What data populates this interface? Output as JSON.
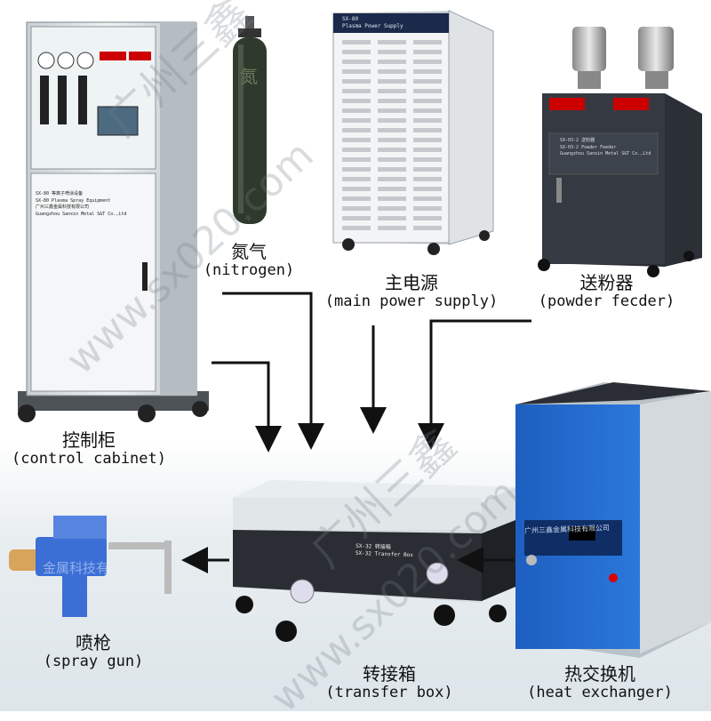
{
  "components": {
    "control_cabinet": {
      "zh": "控制柜",
      "en": "(control cabinet)",
      "panel_title": "SX-80 等离子喷涂设备",
      "panel_subtitle": "SX-80 Plasma Spray Equipment",
      "panel_company_zh": "广州三鑫金属科技有限公司",
      "panel_company_en": "Guangzhou Sanxin Metal S&T Co.,Ltd"
    },
    "nitrogen": {
      "zh": "氮气",
      "en": "(nitrogen)",
      "cylinder_mark": "氮"
    },
    "main_power_supply": {
      "zh": "主电源",
      "en": "(main power supply)",
      "panel_label": "SX-80",
      "panel_sub": "Plasma Power Supply"
    },
    "powder_feeder": {
      "zh": "送粉器",
      "en": "(powder fecder)",
      "panel_title": "SX-03-2 送粉器",
      "panel_subtitle": "SX-03-2 Powder Feeder",
      "panel_company": "Guangzhou Sanxin Metal S&T Co.,Ltd"
    },
    "transfer_box": {
      "zh": "转接箱",
      "en": "(transfer box)",
      "panel_label": "SX-32 转接箱",
      "panel_sub": "SX-32 Transfer Box"
    },
    "heat_exchanger": {
      "zh": "热交换机",
      "en": "(heat exchanger)",
      "panel_label": "广州三鑫金属科技有限公司"
    },
    "spray_gun": {
      "zh": "喷枪",
      "en": "(spray gun)"
    }
  },
  "watermarks": [
    {
      "text": "广州三鑫"
    },
    {
      "text": "www.sx020.com"
    },
    {
      "text": "广州三鑫"
    },
    {
      "text": "www.sx020.com"
    },
    {
      "text": "金属科技有"
    }
  ],
  "colors": {
    "arrow": "#111111",
    "cabinet_body": "#e4e8ea",
    "cabinet_label_bg": "#ffffff",
    "cylinder": "#2f3a2c",
    "power_body": "#f1f2f4",
    "feeder_body": "#2b2f36",
    "box_body": "#2a2d33",
    "exchanger_body": "#1e5fc0",
    "gun": "#3b6fd6"
  }
}
